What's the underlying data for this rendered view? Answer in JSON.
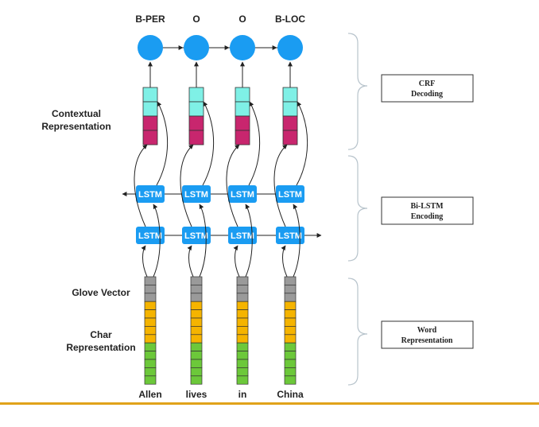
{
  "tags": [
    "B-PER",
    "O",
    "O",
    "B-LOC"
  ],
  "words": [
    "Allen",
    "lives",
    "in",
    "China"
  ],
  "side_labels": {
    "contextual": [
      "Contextual",
      "Representation"
    ],
    "glove": "Glove Vector",
    "char": [
      "Char",
      "Representation"
    ]
  },
  "lstm_label": "LSTM",
  "stage_boxes": [
    {
      "lines": [
        "CRF",
        "Decoding"
      ]
    },
    {
      "lines": [
        "Bi-LSTM",
        "Encoding"
      ]
    },
    {
      "lines": [
        "Word",
        "Representation"
      ]
    }
  ],
  "colors": {
    "crf_node": "#1a9cf2",
    "lstm": "#1a9cf2",
    "cyan_cell": "#7ff0e6",
    "magenta_cell": "#c8266e",
    "gray_cell": "#9a9a9a",
    "orange_cell": "#f5b400",
    "green_cell": "#6cc83a",
    "rule": "#e0a21a",
    "bracket": "#b8c4cc"
  }
}
